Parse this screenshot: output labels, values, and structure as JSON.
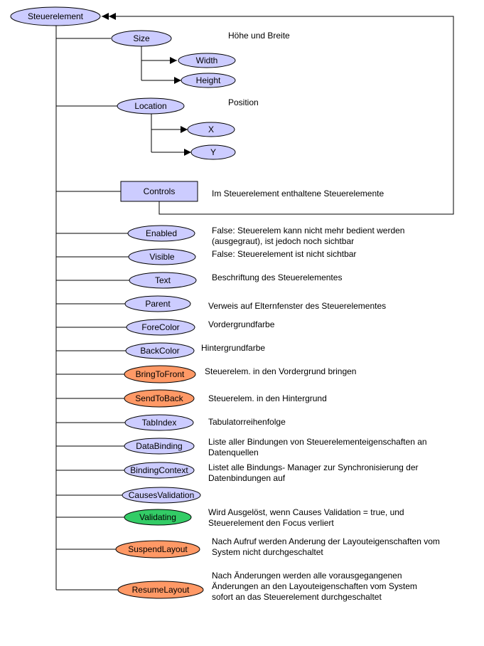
{
  "colors": {
    "property": "#ccccff",
    "method": "#ff9966",
    "event": "#33cc66",
    "stroke": "#000000"
  },
  "root": {
    "label": "Steuerelement"
  },
  "size": {
    "label": "Size",
    "desc": [
      "Höhe und Breite"
    ],
    "children": [
      {
        "label": "Width"
      },
      {
        "label": "Height"
      }
    ]
  },
  "location": {
    "label": "Location",
    "desc": [
      "Position"
    ],
    "children": [
      {
        "label": "X"
      },
      {
        "label": "Y"
      }
    ]
  },
  "controls": {
    "label": "Controls",
    "desc": [
      "Im Steuerelement enthaltene Steuerelemente"
    ]
  },
  "members": [
    {
      "label": "Enabled",
      "kind": "property",
      "desc": [
        "False: Steuerelem kann nicht mehr bedient werden",
        "(ausgegraut), ist jedoch noch sichtbar"
      ]
    },
    {
      "label": "Visible",
      "kind": "property",
      "desc": [
        "False: Steuerelement ist nicht sichtbar"
      ]
    },
    {
      "label": "Text",
      "kind": "property",
      "desc": [
        "Beschriftung des Steuerelementes"
      ]
    },
    {
      "label": "Parent",
      "kind": "property",
      "desc": [
        "Verweis auf Elternfenster des Steuerelementes"
      ]
    },
    {
      "label": "ForeColor",
      "kind": "property",
      "desc": [
        "Vordergrundfarbe"
      ]
    },
    {
      "label": "BackColor",
      "kind": "property",
      "desc": [
        "Hintergrundfarbe"
      ]
    },
    {
      "label": "BringToFront",
      "kind": "method",
      "desc": [
        "Steuerelem. in den Vordergrund bringen"
      ]
    },
    {
      "label": "SendToBack",
      "kind": "method",
      "desc": [
        "Steuerelem. in den Hintergrund"
      ]
    },
    {
      "label": "TabIndex",
      "kind": "property",
      "desc": [
        "Tabulatorreihenfolge"
      ]
    },
    {
      "label": "DataBinding",
      "kind": "property",
      "desc": [
        "Liste aller Bindungen von Steuerelementeigenschaften an",
        "Datenquellen"
      ]
    },
    {
      "label": "BindingContext",
      "kind": "property",
      "desc": [
        "Listet alle Bindungs- Manager zur Synchronisierung der",
        "Datenbindungen auf"
      ]
    },
    {
      "label": "CausesValidation",
      "kind": "property",
      "desc": []
    },
    {
      "label": "Validating",
      "kind": "event",
      "desc": [
        "Wird Ausgelöst, wenn Causes Validation = true, und",
        "Steuerelement den Focus verliert"
      ]
    },
    {
      "label": "SuspendLayout",
      "kind": "method",
      "desc": [
        "Nach Aufruf werden Anderung der Layouteigenschaften vom",
        "System nicht durchgeschaltet"
      ]
    },
    {
      "label": "ResumeLayout",
      "kind": "method",
      "desc": [
        "Nach Änderungen werden alle vorausgegangenen",
        "Änderungen an den Layouteigenschaften vom System",
        "sofort an das Steuerelement durchgeschaltet"
      ]
    }
  ]
}
